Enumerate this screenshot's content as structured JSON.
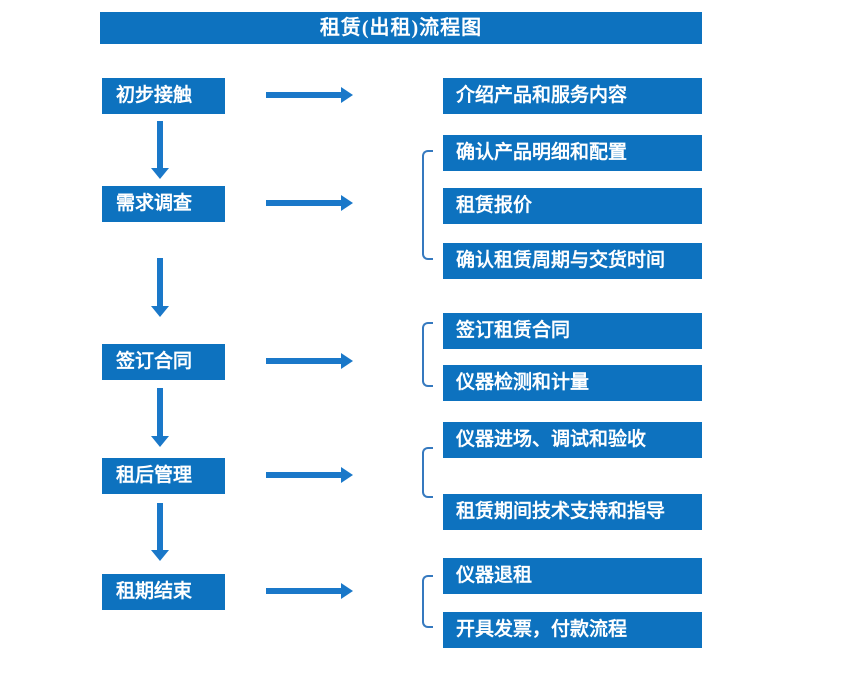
{
  "title": "租赁(出租)流程图",
  "colors": {
    "box_blue": "#0d72bf",
    "arrow_blue": "#1a78c9",
    "bracket_blue": "#3579bf",
    "text_white": "#ffffff"
  },
  "flow": {
    "steps": [
      {
        "label": "初步接触",
        "details": [
          "介绍产品和服务内容"
        ]
      },
      {
        "label": "需求调查",
        "details": [
          "确认产品明细和配置",
          "租赁报价",
          "确认租赁周期与交货时间"
        ]
      },
      {
        "label": "签订合同",
        "details": [
          "签订租赁合同",
          "仪器检测和计量"
        ]
      },
      {
        "label": "租后管理",
        "details": [
          "仪器进场、调试和验收",
          "租赁期间技术支持和指导"
        ]
      },
      {
        "label": "租期结束",
        "details": [
          "仪器退租",
          "开具发票，付款流程"
        ]
      }
    ]
  }
}
